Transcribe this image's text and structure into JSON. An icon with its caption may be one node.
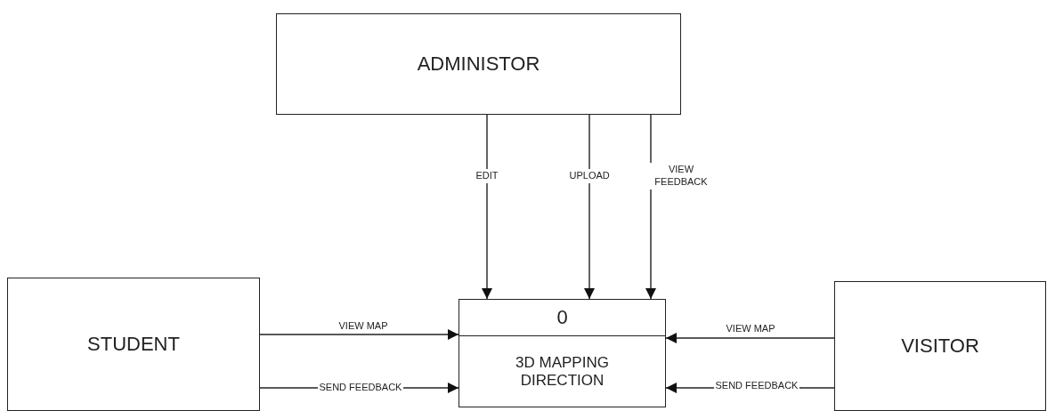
{
  "diagram": {
    "nodes": [
      {
        "text": [
          "ADMINISTOR"
        ]
      },
      {
        "text": [
          "STUDENT"
        ]
      },
      {
        "text": [
          "0",
          "3D MAPPING DIRECTION"
        ]
      },
      {
        "text": [
          "VISITOR"
        ]
      }
    ],
    "edges": [
      {
        "from": 0,
        "to": 2,
        "arrow": "to",
        "label": "EDIT"
      },
      {
        "from": 0,
        "to": 2,
        "arrow": "to",
        "label": "UPLOAD"
      },
      {
        "from": 0,
        "to": 2,
        "arrow": "to",
        "label": "VIEW FEEDBACK"
      },
      {
        "from": 1,
        "to": 2,
        "arrow": "to",
        "label": "VIEW MAP"
      },
      {
        "from": 1,
        "to": 2,
        "arrow": "to",
        "label": "SEND FEEDBACK"
      },
      {
        "from": 3,
        "to": 2,
        "arrow": "to",
        "label": "VIEW MAP"
      },
      {
        "from": 3,
        "to": 2,
        "arrow": "to",
        "label": "SEND FEEDBACK"
      }
    ]
  }
}
